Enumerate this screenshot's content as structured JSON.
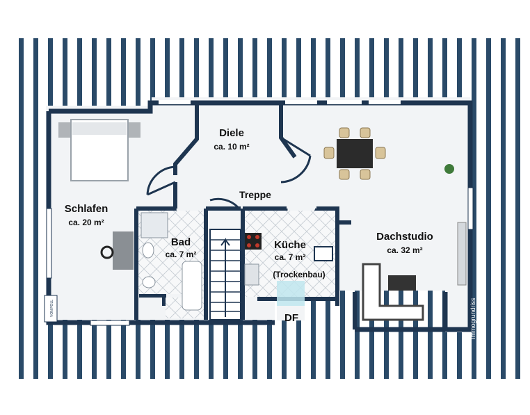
{
  "rooms": {
    "diele": {
      "name": "Diele",
      "area": "ca. 10 m²"
    },
    "schlafen": {
      "name": "Schlafen",
      "area": "ca. 20 m²"
    },
    "bad": {
      "name": "Bad",
      "area": "ca. 7 m²"
    },
    "kueche": {
      "name": "Küche",
      "area": "ca. 7 m²",
      "note": "(Trockenbau)"
    },
    "dachstudio": {
      "name": "Dachstudio",
      "area": "ca. 32 m²"
    }
  },
  "labels": {
    "treppe": "Treppe",
    "df": "DF",
    "watermark": "Immogrundriss",
    "logo_text": "VON POLL"
  },
  "colors": {
    "wall": "#1e3550",
    "roof_stripe": "#2a4a68",
    "floor": "#f2f4f6",
    "tile": "#d9dde2",
    "window": "#bfe6ee"
  }
}
